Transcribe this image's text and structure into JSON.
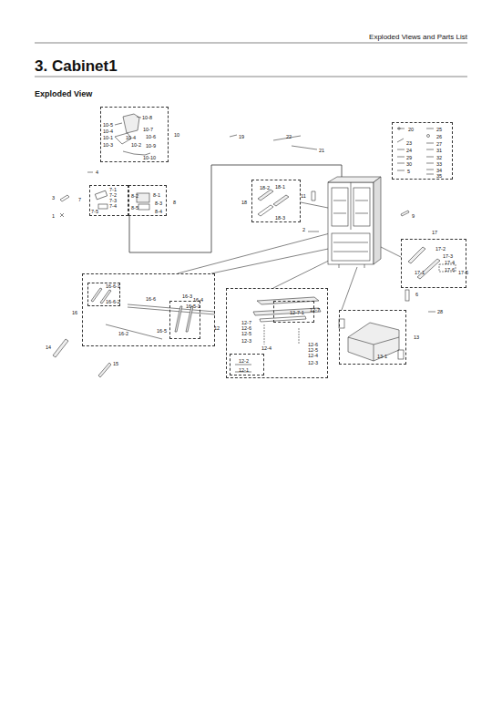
{
  "diagram": {
    "title": "3. Cabinet1",
    "caption": "Exploded View",
    "nodes": [
      {
        "text": [
          "10",
          "10-5",
          "10-4",
          "10-1",
          "10-3",
          "10-8",
          "10-7",
          "10-4",
          "10-6",
          "10-2",
          "10-9",
          "10-10"
        ]
      },
      {
        "text": [
          "7",
          "7-1",
          "7-2",
          "7-3",
          "7-4",
          "7-5"
        ]
      },
      {
        "text": [
          "8",
          "8-1",
          "8-2",
          "8-3",
          "8-5",
          "8-4"
        ]
      },
      {
        "text": [
          "18",
          "18-2",
          "18-1",
          "18-3"
        ]
      },
      {
        "text": [
          "20",
          "25",
          "26",
          "23",
          "27",
          "24",
          "31",
          "29",
          "32",
          "30",
          "33",
          "34",
          "5",
          "35"
        ]
      },
      {
        "text": [
          "17",
          "17-2",
          "17-3",
          "17-4",
          "17-1",
          "17-6",
          "17-5"
        ]
      },
      {
        "text": [
          "16",
          "16-6",
          "16-3",
          "16-4",
          "16-5",
          "16-2"
        ]
      },
      {
        "text": [
          "16-6-1",
          "16-6-2"
        ],
        "in": 6
      },
      {
        "text": [
          "16-5-1"
        ],
        "in": 6
      },
      {
        "text": [
          "12",
          "12-7",
          "12-6",
          "12-5",
          "12-3",
          "12-4",
          "12-7",
          "12-6",
          "12-5",
          "12-4",
          "12-3"
        ]
      },
      {
        "text": [
          "12-2",
          "12-1"
        ],
        "in": 9
      },
      {
        "text": [
          "12-7-1"
        ],
        "in": 9
      },
      {
        "text": [
          "13",
          "13-1"
        ]
      }
    ],
    "labels": [
      "Exploded Views and Parts List",
      "19",
      "22",
      "21",
      "4",
      "3",
      "1",
      "11",
      "9",
      "2",
      "6",
      "28",
      "14",
      "15"
    ]
  }
}
